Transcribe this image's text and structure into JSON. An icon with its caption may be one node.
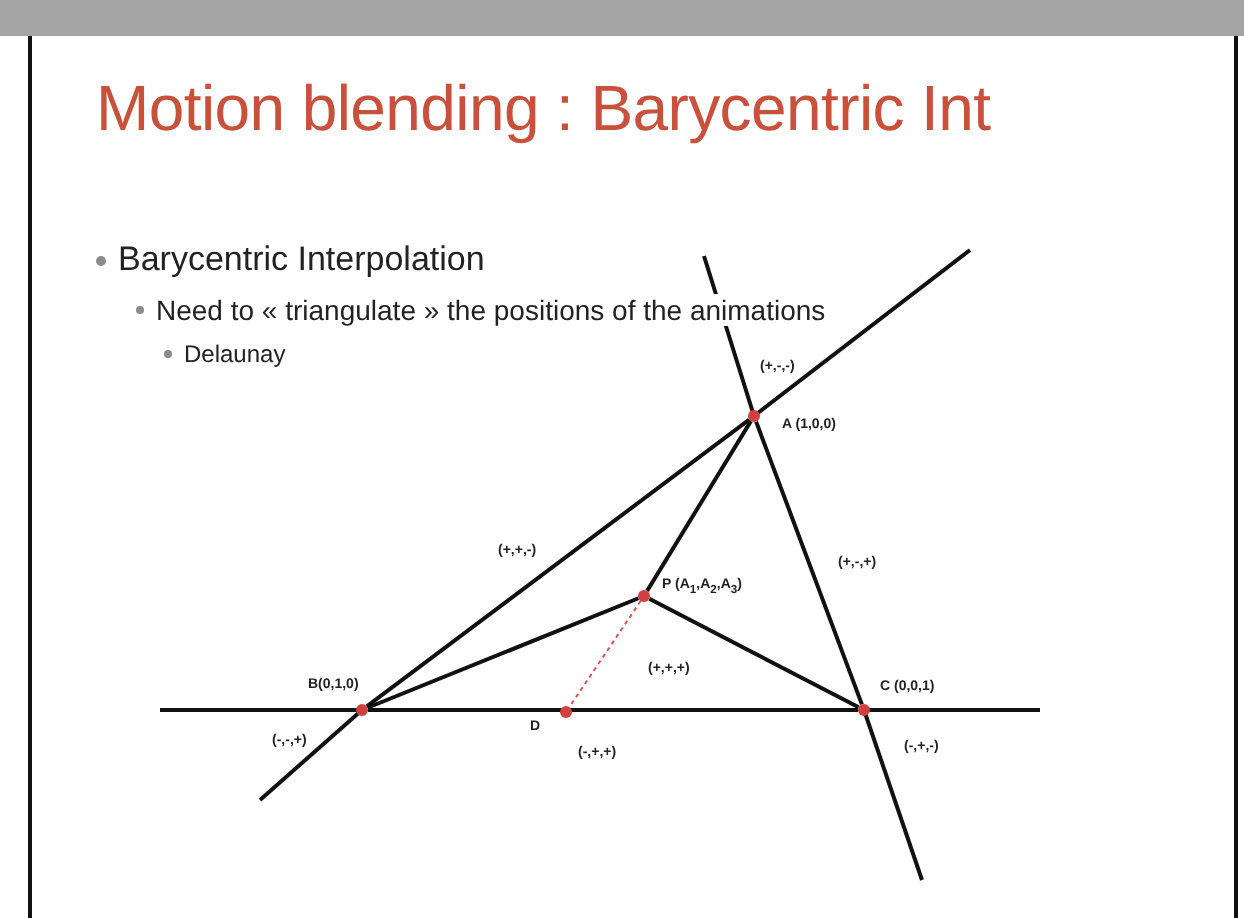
{
  "diagram": {
    "title": "Motion blending : Barycentric Int",
    "nodes": [
      {
        "text": [],
        "shape": "circle",
        "beside": [
          "A (1,0,0)"
        ]
      },
      {
        "text": [],
        "shape": "circle",
        "beside": [
          "B(0,1,0)"
        ]
      },
      {
        "text": [],
        "shape": "circle",
        "beside": [
          "C (0,0,1)"
        ]
      },
      {
        "text": [],
        "shape": "circle",
        "beside": [
          "P (A$_{1}$,A$_{2}$,A$_{3}$)"
        ]
      },
      {
        "text": [],
        "shape": "circle",
        "beside": [
          "D"
        ]
      }
    ],
    "edges": [
      {
        "from": 1,
        "to": 0,
        "arrow": "none"
      },
      {
        "from": 1,
        "to": 2,
        "arrow": "none"
      },
      {
        "from": 0,
        "to": 2,
        "arrow": "none"
      },
      {
        "from": 3,
        "to": 0,
        "arrow": "none"
      },
      {
        "from": 3,
        "to": 1,
        "arrow": "none"
      },
      {
        "from": 3,
        "to": 2,
        "arrow": "none"
      },
      {
        "from": 3,
        "to": 4,
        "arrow": "none",
        "style": "dashed",
        "color": "#e05050"
      }
    ],
    "labels": [
      "Barycentric Interpolation",
      "Need to « triangulate » the positions of the animations",
      "Delaunay",
      "(+,-,-)",
      "(+,+,-)",
      "(+,-,+)",
      "(+,+,+)",
      "(-,-,+)",
      "(-,+,+)",
      "(-,+,-)"
    ]
  }
}
